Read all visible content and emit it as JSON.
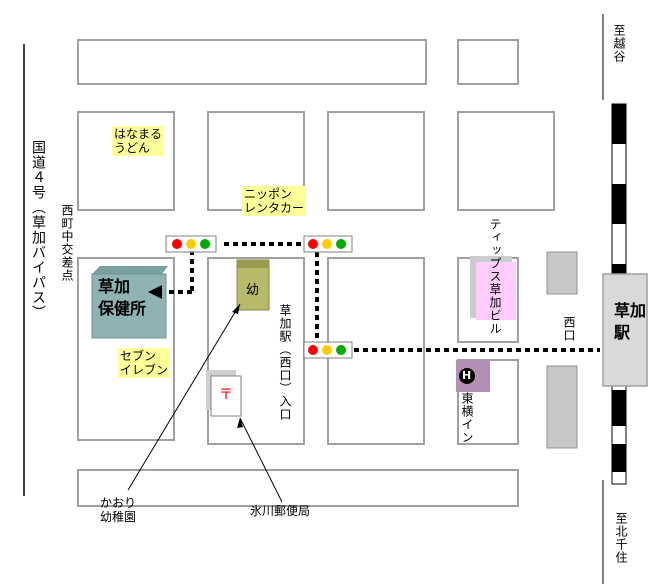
{
  "colors": {
    "block_border": "#a0a0a0",
    "road_line": "#000000",
    "dotted_route": "#000000",
    "label_yellow": "#ffff99",
    "label_pink": "#ffccff",
    "hokenjo_fill": "#8fb3b3",
    "kindergarten_fill": "#b9b96a",
    "hotel_fill": "#b48fb4",
    "station_fill": "#d9d9d9",
    "grey_building": "#c8c8c8",
    "signal_red": "#ff0000",
    "signal_yellow": "#ffcc00",
    "signal_green": "#00aa00",
    "rail_black": "#000000"
  },
  "labels": {
    "national_road": "国道４号（草加バイパス）",
    "nishimachi_intersection": "西町中交差点",
    "hanamaru": "はなまる\nうどん",
    "nippon_rental": "ニッポン\nレンタカー",
    "hokenjo": "草加\n保健所",
    "seven_eleven": "セブン\nイレブン",
    "kindergarten_mark": "幼",
    "post_mark": "〒",
    "soka_west_entrance": "草加駅（西口）入口",
    "tips_building": "ティップス草加ビル",
    "toyoko_inn": "東横イン",
    "hotel_mark": "H",
    "west_exit": "西口",
    "station": "草加\n駅",
    "to_koshigaya": "至越谷",
    "to_kitasenju": "至北千住",
    "kaori_kindergarten": "かおり\n幼稚園",
    "hikawa_post": "氷川郵便局"
  }
}
